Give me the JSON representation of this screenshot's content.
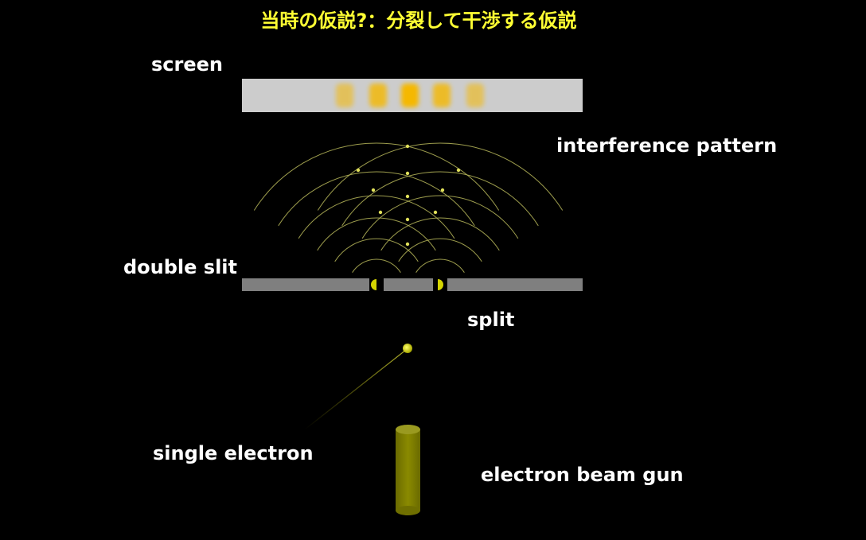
{
  "title": "当時の仮説?：分裂して干渉する仮説",
  "labels": {
    "screen": "screen",
    "interference_pattern": "interference pattern",
    "double_slit": "double slit",
    "split": "split",
    "single_electron": "single electron",
    "electron_beam_gun": "electron beam gun"
  },
  "fringes": [
    {
      "intensity": 0.55
    },
    {
      "intensity": 0.8
    },
    {
      "intensity": 1.0
    },
    {
      "intensity": 0.8
    },
    {
      "intensity": 0.55
    }
  ],
  "colors": {
    "background": "#000000",
    "title": "#ffff33",
    "label": "#ffffff",
    "screen": "#cccccc",
    "fringe": "#f5b800",
    "wave": "#b8b85a",
    "slit_barrier": "#7f7f7f",
    "electron": "#c8c800",
    "gun": "#808000"
  }
}
